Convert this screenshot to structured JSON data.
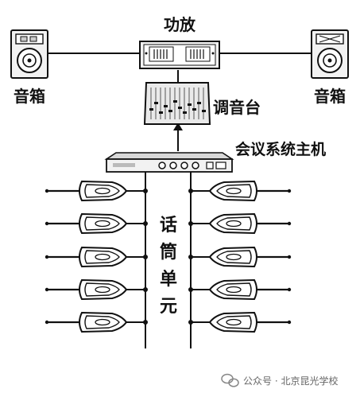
{
  "labels": {
    "amplifier": "功放",
    "speaker_left": "音箱",
    "speaker_right": "音箱",
    "mixer": "调音台",
    "host": "会议系统主机",
    "mic_units": [
      "话",
      "筒",
      "单",
      "元"
    ]
  },
  "watermark": {
    "text": "公众号 · 北京昆光学校",
    "icon": "wechat-icon"
  },
  "microphones": {
    "left_count": 5,
    "right_count": 5
  },
  "colors": {
    "line": "#111111",
    "device": "#f2f2f2",
    "watermark": "#666666"
  }
}
